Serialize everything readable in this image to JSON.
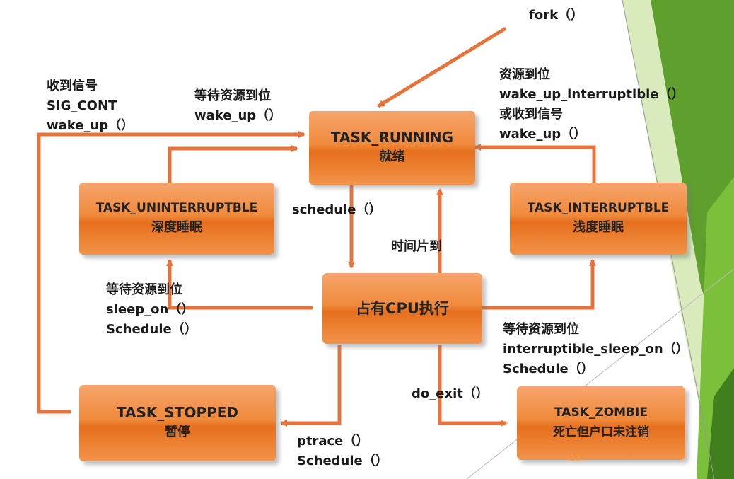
{
  "colors": {
    "arrow": "#e8733a",
    "box": "#f08a3c",
    "green_dark": "#5a9e2c",
    "green_light": "#b8d98a"
  },
  "states": {
    "running": {
      "title": "TASK_RUNNING",
      "subtitle": "就绪"
    },
    "uninterruptible": {
      "title": "TASK_UNINTERRUPTBLE",
      "subtitle": "深度睡眠"
    },
    "interruptible": {
      "title": "TASK_INTERRUPTBLE",
      "subtitle": "浅度睡眠"
    },
    "cpu": {
      "title": "占有CPU执行"
    },
    "stopped": {
      "title": "TASK_STOPPED",
      "subtitle": "暂停"
    },
    "zombie": {
      "title": "TASK_ZOMBIE",
      "subtitle": "死亡但户口未注销"
    }
  },
  "labels": {
    "fork": "fork（）",
    "signal": [
      "收到信号",
      "SIG_CONT",
      "wake_up（）"
    ],
    "wait_wakeup": [
      "等待资源到位",
      "wake_up（）"
    ],
    "int_wakeup": [
      "资源到位",
      "wake_up_interruptible（）",
      "或收到信号",
      "wake_up（）"
    ],
    "schedule": "schedule（）",
    "timeslice": "时间片到",
    "sleep_on": [
      "等待资源到位",
      "sleep_on（）",
      "Schedule（）"
    ],
    "int_sleep_on": [
      "等待资源到位",
      "interruptible_sleep_on（）",
      "Schedule（）"
    ],
    "do_exit": "do_exit（）",
    "ptrace": [
      "ptrace（）",
      "Schedule（）"
    ]
  },
  "page_number": "13"
}
